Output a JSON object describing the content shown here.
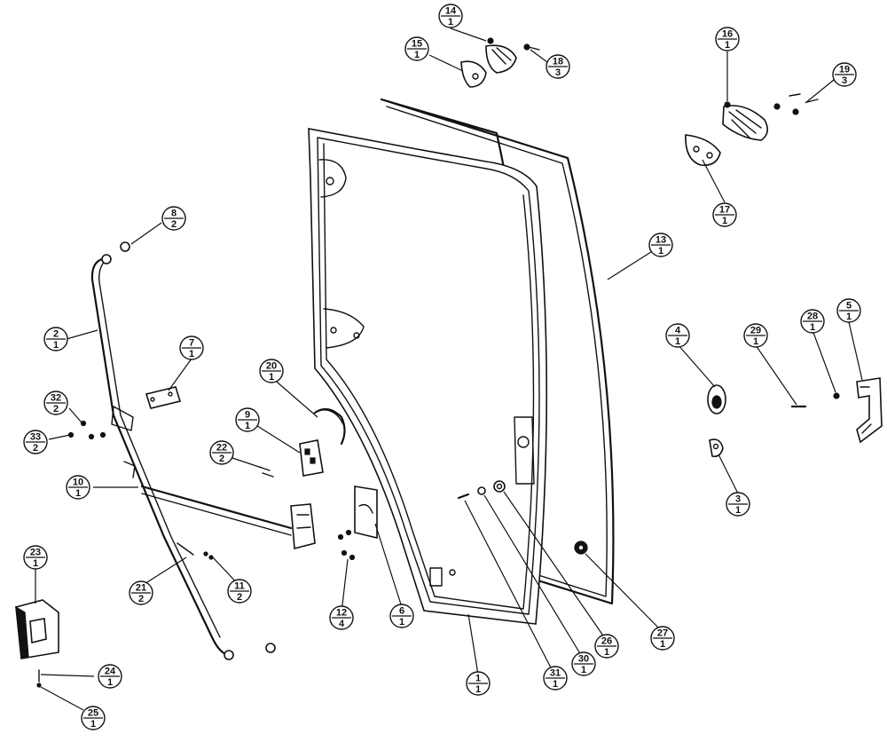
{
  "parts": [
    {
      "key": "p1",
      "item": "1",
      "qty": "1"
    },
    {
      "key": "p2",
      "item": "2",
      "qty": "1"
    },
    {
      "key": "p3",
      "item": "3",
      "qty": "1"
    },
    {
      "key": "p4",
      "item": "4",
      "qty": "1"
    },
    {
      "key": "p5",
      "item": "5",
      "qty": "1"
    },
    {
      "key": "p6",
      "item": "6",
      "qty": "1"
    },
    {
      "key": "p7",
      "item": "7",
      "qty": "1"
    },
    {
      "key": "p8",
      "item": "8",
      "qty": "2"
    },
    {
      "key": "p9",
      "item": "9",
      "qty": "1"
    },
    {
      "key": "p10",
      "item": "10",
      "qty": "1"
    },
    {
      "key": "p11",
      "item": "11",
      "qty": "2"
    },
    {
      "key": "p12",
      "item": "12",
      "qty": "4"
    },
    {
      "key": "p13",
      "item": "13",
      "qty": "1"
    },
    {
      "key": "p14",
      "item": "14",
      "qty": "1"
    },
    {
      "key": "p15",
      "item": "15",
      "qty": "1"
    },
    {
      "key": "p16",
      "item": "16",
      "qty": "1"
    },
    {
      "key": "p17",
      "item": "17",
      "qty": "1"
    },
    {
      "key": "p18",
      "item": "18",
      "qty": "3"
    },
    {
      "key": "p19",
      "item": "19",
      "qty": "3"
    },
    {
      "key": "p20",
      "item": "20",
      "qty": "1"
    },
    {
      "key": "p21",
      "item": "21",
      "qty": "2"
    },
    {
      "key": "p22",
      "item": "22",
      "qty": "2"
    },
    {
      "key": "p23",
      "item": "23",
      "qty": "1"
    },
    {
      "key": "p24",
      "item": "24",
      "qty": "1"
    },
    {
      "key": "p25",
      "item": "25",
      "qty": "1"
    },
    {
      "key": "p26",
      "item": "26",
      "qty": "1"
    },
    {
      "key": "p27",
      "item": "27",
      "qty": "1"
    },
    {
      "key": "p28",
      "item": "28",
      "qty": "1"
    },
    {
      "key": "p29",
      "item": "29",
      "qty": "1"
    },
    {
      "key": "p30",
      "item": "30",
      "qty": "1"
    },
    {
      "key": "p31",
      "item": "31",
      "qty": "1"
    },
    {
      "key": "p32",
      "item": "32",
      "qty": "2"
    },
    {
      "key": "p33",
      "item": "33",
      "qty": "2"
    }
  ]
}
